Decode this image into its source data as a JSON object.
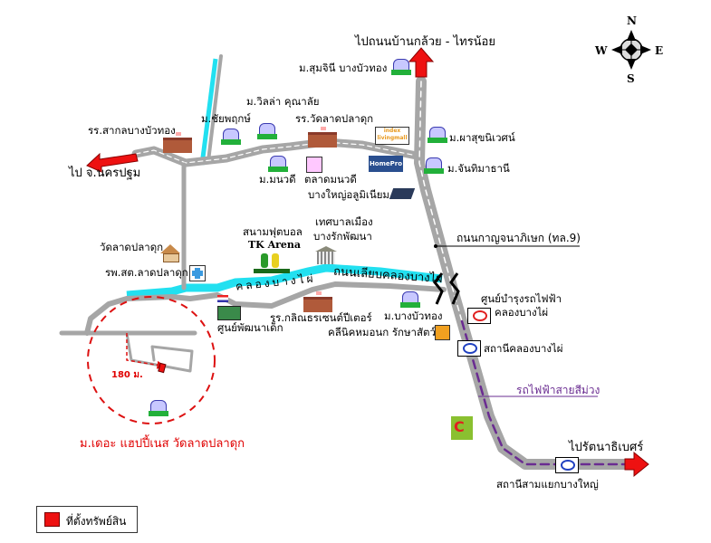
{
  "map": {
    "title": "Location map - The Happiness Wat Lat Pla Duk",
    "compass": {
      "north": "N",
      "south": "S",
      "east": "E",
      "west": "W"
    },
    "directions": {
      "north": "ไปถนนบ้านกล้วย - ไทรน้อย",
      "west": "ไป จ.นครปฐม",
      "southeast": "ไปรัตนาธิเบศร์"
    },
    "roads": {
      "kanchanaphisek": "ถนนกาญจนาภิเษก (ทล.9)",
      "canal_road": "ถนนเลียบคลองบางไผ่",
      "canal": "คลองบางไผ่",
      "purple_line": "รถไฟฟ้าสายสีม่วง"
    },
    "places": {
      "soomjinee": "ม.สุมจินี บางบัวทอง",
      "villa_kunalai": "ม.วิลล่า คุณาลัย",
      "chaiyaphruek": "ม.ชัยพฤกษ์",
      "school_sakon": "รร.สากลบางบัวทอง",
      "school_wat": "รร.วัดลาดปลาดุก",
      "index": "index livingmall",
      "phasuk": "ม.ผาสุขนิเวศน์",
      "homepro": "HomePro",
      "chanthima": "ม.จันทิมาธานี",
      "manawadee": "ม.มนวดี",
      "market": "ตลาดมนวดี",
      "aluminium": "บางใหญ่อลูมิเนียม",
      "stadium": "สนามฟุตบอล",
      "stadium_name": "TK Arena",
      "municipal_1": "เทศบาลเมือง",
      "municipal_2": "บางรักพัฒนา",
      "temple": "วัดลาดปลาดุก",
      "clinic": "รพ.สต.ลาดปลาดุก",
      "depot_1": "ศูนย์บำรุงรถไฟฟ้า",
      "depot_2": "คลองบางไผ่",
      "child_center": "ศูนย์พัฒนาเด็ก",
      "school_kalin": "รร.กลิณธรเซนต์ปีเตอร์",
      "bangbuathong": "ม.บางบัวทอง",
      "vet": "คลีนิคหมอนก รักษาสัตว์",
      "station_khlong": "สถานีคลองบางไผ่",
      "station_sam_yaek": "สถานีสามแยกบางใหญ่",
      "bigc": "Big C",
      "project": "ม.เดอะ แฮปปี้เนส วัดลาดปลาดุก",
      "distance": "180 ม."
    },
    "legend": {
      "label": "ที่ตั้งทรัพย์สิน",
      "color": "#ee1111"
    },
    "colors": {
      "road": "#a6a6a6",
      "canal": "#22e0f0",
      "arrow": "#ee1111",
      "purple_line": "#6a2c91",
      "radius": "#dd1111"
    }
  }
}
